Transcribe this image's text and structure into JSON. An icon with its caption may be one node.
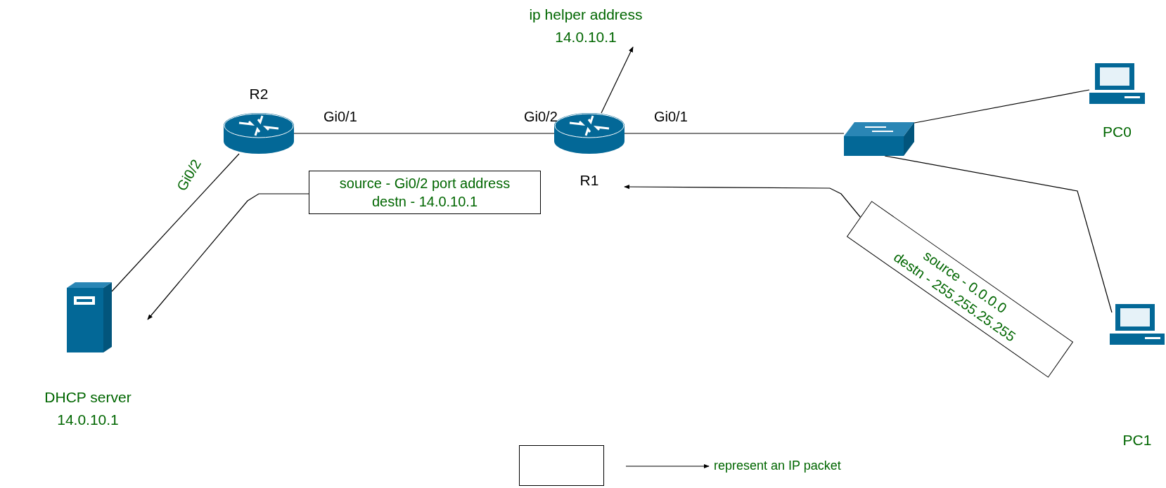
{
  "diagram": {
    "nodes": [
      {
        "text": [
          "R2"
        ]
      },
      {
        "text": [
          "R1"
        ]
      },
      {
        "text": [],
        "shape": "switch"
      },
      {
        "text": [
          "PC0"
        ]
      },
      {
        "text": [
          "PC1"
        ]
      },
      {
        "text": [
          "DHCP server",
          "14.0.10.1"
        ]
      },
      {
        "text": [
          "ip helper address",
          "14.0.10.1"
        ]
      },
      {
        "text": [
          "source - Gi0/2 port address",
          "destn - 14.0.10.1"
        ]
      },
      {
        "text": [
          "source - 0.0.0.0",
          "destn - 255.255.25.255"
        ]
      },
      {
        "text": [],
        "shape": "box"
      }
    ],
    "edges": [
      {
        "from": 0,
        "to": 1,
        "arrow": "none"
      },
      {
        "from": 1,
        "to": 2,
        "arrow": "none"
      },
      {
        "from": 2,
        "to": 3,
        "arrow": "none"
      },
      {
        "from": 2,
        "to": 4,
        "arrow": "none"
      },
      {
        "from": 0,
        "to": 5,
        "arrow": "none"
      },
      {
        "from": 1,
        "to": 6,
        "arrow": "to"
      },
      {
        "from": 8,
        "to": 1,
        "arrow": "to"
      },
      {
        "from": 7,
        "to": 5,
        "arrow": "to"
      }
    ],
    "labels": [
      "Gi0/1",
      "Gi0/2",
      "Gi0/1",
      "Gi0/2"
    ],
    "legend": [
      {
        "text": "represent an IP packet"
      }
    ]
  }
}
